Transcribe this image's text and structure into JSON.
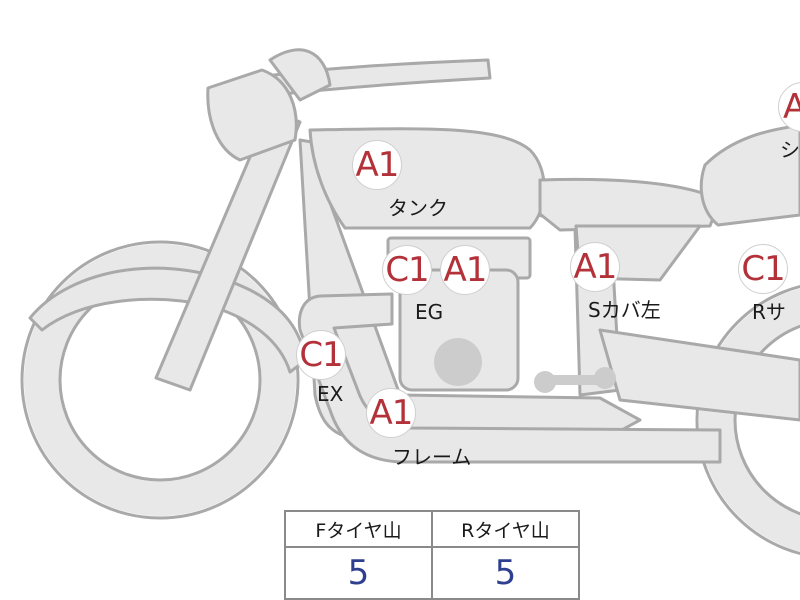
{
  "parts": [
    {
      "id": "tank",
      "badge": "A1",
      "label": "タンク"
    },
    {
      "id": "engine",
      "badges": [
        "C1",
        "A1"
      ],
      "label": "EG"
    },
    {
      "id": "side-cover",
      "badge": "A1",
      "label": "Sカバ左"
    },
    {
      "id": "rear-sus",
      "badge": "C1",
      "label": "Rサ"
    },
    {
      "id": "exhaust",
      "badge": "C1",
      "label": "EX"
    },
    {
      "id": "frame",
      "badge": "A1",
      "label": "フレーム"
    },
    {
      "id": "seat",
      "badge": "A",
      "label": "シ"
    }
  ],
  "tread_table": {
    "headers": [
      "Fタイヤ山",
      "Rタイヤ山"
    ],
    "values": [
      "5",
      "5"
    ]
  },
  "colors": {
    "grade_text": "#b3323a",
    "value_text": "#2f3f8f",
    "part_fill": "#e8e8e8",
    "part_outline": "#a9a9a9"
  }
}
